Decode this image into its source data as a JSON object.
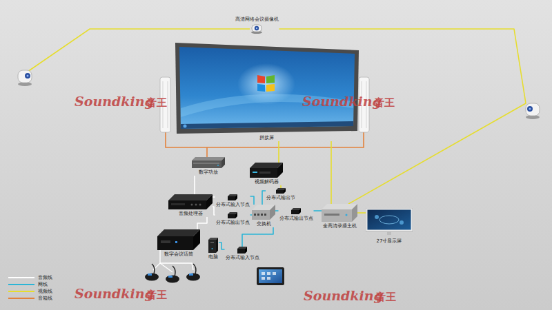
{
  "diagram": {
    "nodes": [
      {
        "text": [
          "高清网络会议摄像机"
        ]
      },
      {
        "text": [
          "拼接屏"
        ]
      },
      {
        "text": [
          "数字功放"
        ]
      },
      {
        "text": [
          "视频解码器"
        ]
      },
      {
        "text": [
          "音频处理器"
        ]
      },
      {
        "text": [
          "分布式输入节点"
        ]
      },
      {
        "text": [
          "分布式输出节"
        ]
      },
      {
        "text": [
          "分布式输出节点"
        ]
      },
      {
        "text": [
          "交换机"
        ]
      },
      {
        "text": [
          "分布式输出节点"
        ]
      },
      {
        "text": [
          "全高清录播主机"
        ]
      },
      {
        "text": [
          "27寸显示屏"
        ]
      },
      {
        "text": [
          "数字会议话筒"
        ]
      },
      {
        "text": [
          "电脑"
        ]
      },
      {
        "text": [
          "分布式输入节点"
        ]
      }
    ],
    "edges": [
      {
        "from": 0,
        "to": 10,
        "arrow": "none"
      },
      {
        "from": 3,
        "to": 1,
        "arrow": "none"
      },
      {
        "from": 10,
        "to": 1,
        "arrow": "none"
      },
      {
        "from": 10,
        "to": 11,
        "arrow": "none"
      },
      {
        "from": 2,
        "to": 4,
        "arrow": "none"
      },
      {
        "from": 4,
        "to": 5,
        "arrow": "none"
      },
      {
        "from": 4,
        "to": 7,
        "arrow": "none"
      },
      {
        "from": 12,
        "to": 4,
        "arrow": "none"
      },
      {
        "from": 5,
        "to": 8,
        "arrow": "none"
      },
      {
        "from": 7,
        "to": 8,
        "arrow": "none"
      },
      {
        "from": 6,
        "to": 8,
        "arrow": "none"
      },
      {
        "from": 6,
        "to": 3,
        "arrow": "none"
      },
      {
        "from": 8,
        "to": 9,
        "arrow": "none"
      },
      {
        "from": 9,
        "to": 10,
        "arrow": "none"
      },
      {
        "from": 14,
        "to": 8,
        "arrow": "none"
      },
      {
        "from": 13,
        "to": 14,
        "arrow": "none"
      }
    ],
    "labels": [
      "Soundking",
      "音王",
      "Soundking",
      "音王",
      "Soundking",
      "音王",
      "Soundking",
      "音王"
    ],
    "legend": [
      {
        "text": "音频线",
        "color": "#ffffff"
      },
      {
        "text": "网线",
        "color": "#2cb5d6"
      },
      {
        "text": "视频线",
        "color": "#e6dd2e"
      },
      {
        "text": "音箱线",
        "color": "#e3823c"
      }
    ]
  }
}
